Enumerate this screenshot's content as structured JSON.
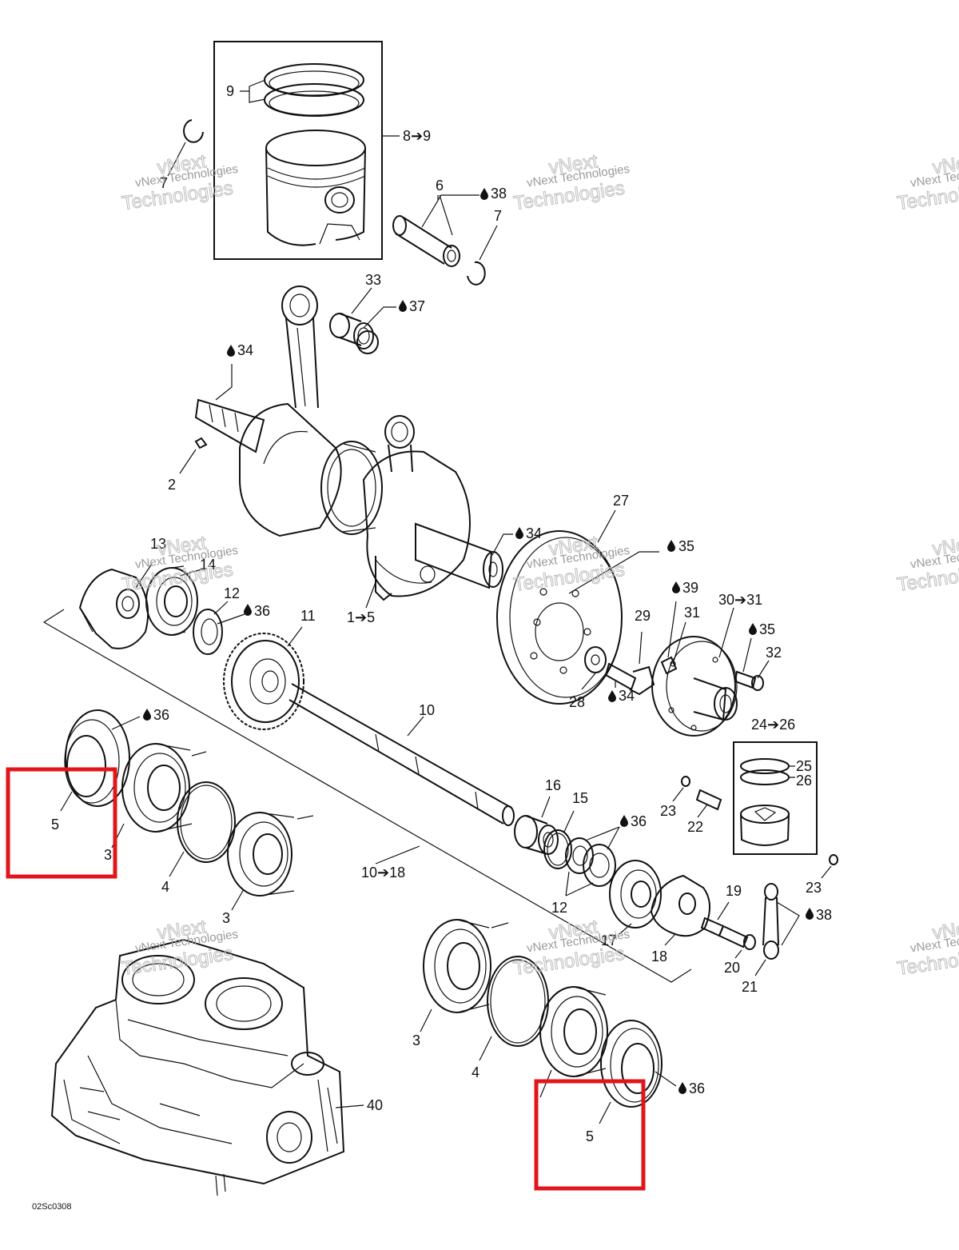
{
  "diagram": {
    "labels": {
      "l9": "9",
      "l8_9": "8➔9",
      "l7a": "7",
      "l6": "6",
      "l38a": "38",
      "l7b": "7",
      "l33": "33",
      "l37": "37",
      "l34a": "34",
      "l2": "2",
      "l27": "27",
      "l34b": "34",
      "l35a": "35",
      "l13": "13",
      "l14": "14",
      "l12a": "12",
      "l36a": "36",
      "l11": "11",
      "l1_5": "1➔5",
      "l39": "39",
      "l29": "29",
      "l31": "31",
      "l30_31": "30➔31",
      "l35b": "35",
      "l32": "32",
      "l28": "28",
      "l34c": "34",
      "l10": "10",
      "l36b": "36",
      "l24_26": "24➔26",
      "l25": "25",
      "l26": "26",
      "l5a": "5",
      "l3a": "3",
      "l16": "16",
      "l15": "15",
      "l36c": "36",
      "l23a": "23",
      "l22": "22",
      "l4a": "4",
      "l3b": "3",
      "l10_18": "10➔18",
      "l12b": "12",
      "l23b": "23",
      "l19": "19",
      "l38b": "38",
      "l17": "17",
      "l18": "18",
      "l20": "20",
      "l21": "21",
      "l3c": "3",
      "l4b": "4",
      "l36d": "36",
      "l40": "40",
      "l5b": "5"
    },
    "watermark": {
      "line1": "vNext Technologies",
      "line2": "vNext",
      "line3": "Technologies"
    },
    "figure_code": "02Sc0308",
    "highlight_color": "#e2151b"
  }
}
